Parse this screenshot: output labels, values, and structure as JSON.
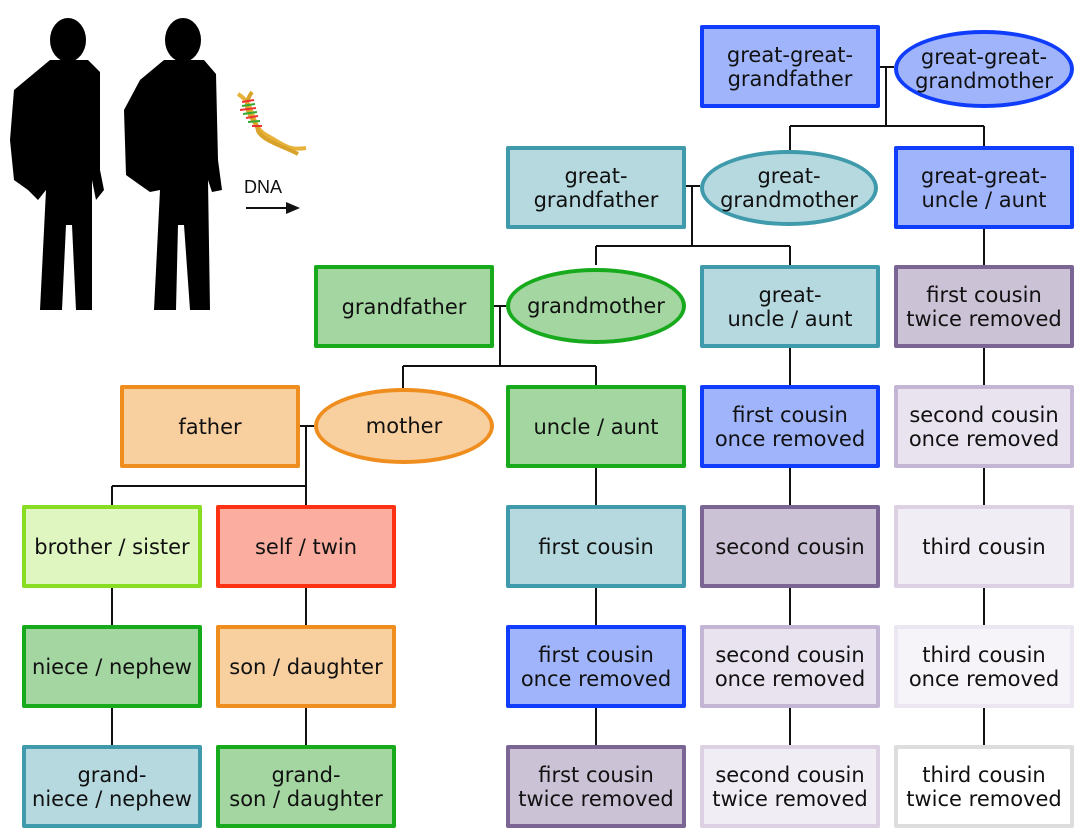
{
  "palette": {
    "blue": {
      "fill": "#a0b4fb",
      "border": "#0f3dfb"
    },
    "teal": {
      "fill": "#b6d9e0",
      "border": "#3f9aab"
    },
    "green": {
      "fill": "#a3d6a0",
      "border": "#16aa1c"
    },
    "orange": {
      "fill": "#f8cf9f",
      "border": "#ef8e1e"
    },
    "lightgreen": {
      "fill": "#dff6c1",
      "border": "#88dc22"
    },
    "red": {
      "fill": "#fbada0",
      "border": "#fd3214"
    },
    "purple": {
      "fill": "#cbc2d6",
      "border": "#7a6595"
    },
    "lightpurple": {
      "fill": "#e9e3ef",
      "border": "#c3b5d4"
    },
    "lighter": {
      "fill": "#f0edf4",
      "border": "#dbd1e3"
    },
    "lightest": {
      "fill": "#f6f4f8",
      "border": "#ebe6ef"
    },
    "white": {
      "fill": "#ffffff",
      "border": "#dddddd"
    }
  },
  "dna_label": "DNA",
  "nodes": {
    "great_great_grandfather": {
      "label": "great-great-\ngrandfather",
      "color": "blue"
    },
    "great_great_grandmother": {
      "label": "great-great-\ngrandmother",
      "color": "blue"
    },
    "great_grandfather": {
      "label": "great-\ngrandfather",
      "color": "teal"
    },
    "great_grandmother": {
      "label": "great-\ngrandmother",
      "color": "teal"
    },
    "great_great_uncle_aunt": {
      "label": "great-great-\nuncle / aunt",
      "color": "blue"
    },
    "grandfather": {
      "label": "grandfather",
      "color": "green"
    },
    "grandmother": {
      "label": "grandmother",
      "color": "green"
    },
    "great_uncle_aunt": {
      "label": "great-\nuncle / aunt",
      "color": "teal"
    },
    "c5_first_cousin_twice_removed": {
      "label": "first cousin\ntwice removed",
      "color": "purple"
    },
    "father": {
      "label": "father",
      "color": "orange"
    },
    "mother": {
      "label": "mother",
      "color": "orange"
    },
    "uncle_aunt": {
      "label": "uncle / aunt",
      "color": "green"
    },
    "c4_first_cousin_once_removed": {
      "label": "first cousin\nonce removed",
      "color": "blue"
    },
    "c5_second_cousin_once_removed": {
      "label": "second cousin\nonce removed",
      "color": "lightpurple"
    },
    "brother_sister": {
      "label": "brother / sister",
      "color": "lightgreen"
    },
    "self_twin": {
      "label": "self / twin",
      "color": "red"
    },
    "first_cousin": {
      "label": "first cousin",
      "color": "teal"
    },
    "second_cousin": {
      "label": "second cousin",
      "color": "purple"
    },
    "third_cousin": {
      "label": "third cousin",
      "color": "lighter"
    },
    "niece_nephew": {
      "label": "niece / nephew",
      "color": "green"
    },
    "son_daughter": {
      "label": "son / daughter",
      "color": "orange"
    },
    "c3_first_cousin_once_removed": {
      "label": "first cousin\nonce removed",
      "color": "blue"
    },
    "c4_second_cousin_once_removed": {
      "label": "second cousin\nonce removed",
      "color": "lightpurple"
    },
    "third_cousin_once_removed": {
      "label": "third cousin\nonce removed",
      "color": "lightest"
    },
    "grandniece_nephew": {
      "label": "grand-\nniece / nephew",
      "color": "teal"
    },
    "grandson_daughter": {
      "label": "grand-\nson / daughter",
      "color": "green"
    },
    "c3_first_cousin_twice_removed": {
      "label": "first cousin\ntwice removed",
      "color": "purple"
    },
    "second_cousin_twice_removed": {
      "label": "second cousin\ntwice removed",
      "color": "lighter"
    },
    "third_cousin_twice_removed": {
      "label": "third cousin\ntwice removed",
      "color": "white"
    }
  }
}
